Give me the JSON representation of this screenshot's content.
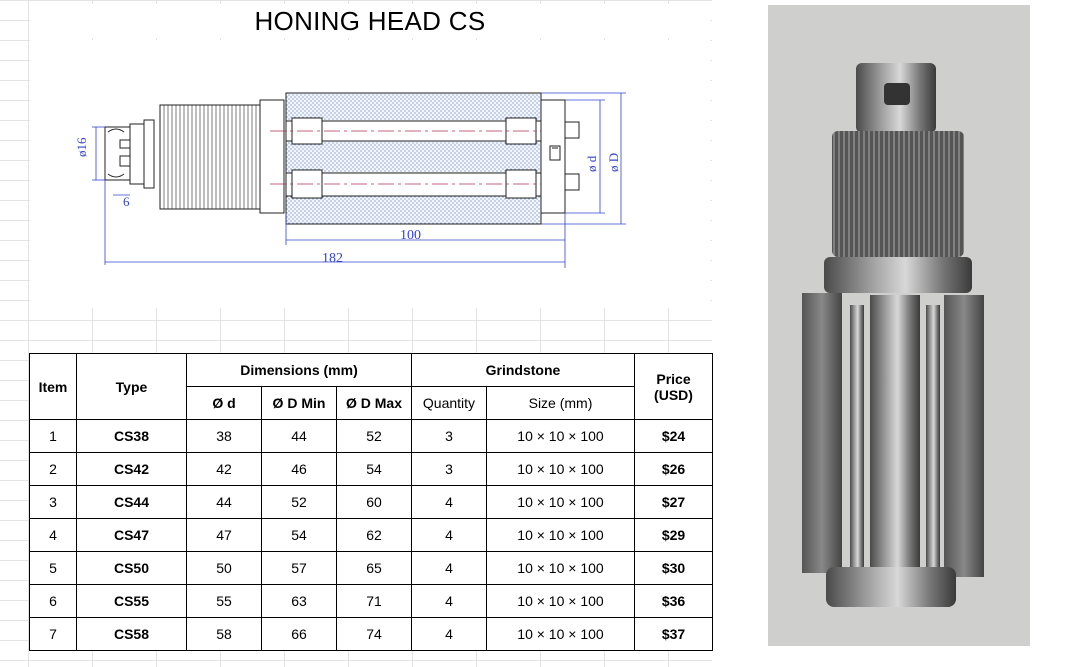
{
  "title": "HONING HEAD CS",
  "drawing": {
    "dim_bore": "ø16",
    "dim_shank": "6",
    "dim_stone_len": "100",
    "dim_total_len": "182",
    "dim_d": "ø d",
    "dim_D": "ø D"
  },
  "table": {
    "headers": {
      "item": "Item",
      "type": "Type",
      "dimensions": "Dimensions (mm)",
      "grindstone": "Grindstone",
      "price": "Price",
      "price_unit": "(USD)",
      "d": "Ø d",
      "dmin": "Ø D Min",
      "dmax": "Ø D Max",
      "quantity": "Quantity",
      "size": "Size (mm)"
    },
    "rows": [
      {
        "item": "1",
        "type": "CS38",
        "d": "38",
        "dmin": "44",
        "dmax": "52",
        "qty": "3",
        "size": "10 × 10 × 100",
        "price": "$24"
      },
      {
        "item": "2",
        "type": "CS42",
        "d": "42",
        "dmin": "46",
        "dmax": "54",
        "qty": "3",
        "size": "10 × 10 × 100",
        "price": "$26"
      },
      {
        "item": "3",
        "type": "CS44",
        "d": "44",
        "dmin": "52",
        "dmax": "60",
        "qty": "4",
        "size": "10 × 10 × 100",
        "price": "$27"
      },
      {
        "item": "4",
        "type": "CS47",
        "d": "47",
        "dmin": "54",
        "dmax": "62",
        "qty": "4",
        "size": "10 × 10 × 100",
        "price": "$29"
      },
      {
        "item": "5",
        "type": "CS50",
        "d": "50",
        "dmin": "57",
        "dmax": "65",
        "qty": "4",
        "size": "10 × 10 × 100",
        "price": "$30"
      },
      {
        "item": "6",
        "type": "CS55",
        "d": "55",
        "dmin": "63",
        "dmax": "71",
        "qty": "4",
        "size": "10 × 10 × 100",
        "price": "$36"
      },
      {
        "item": "7",
        "type": "CS58",
        "d": "58",
        "dmin": "66",
        "dmax": "74",
        "qty": "4",
        "size": "10 × 10 × 100",
        "price": "$37"
      }
    ]
  }
}
